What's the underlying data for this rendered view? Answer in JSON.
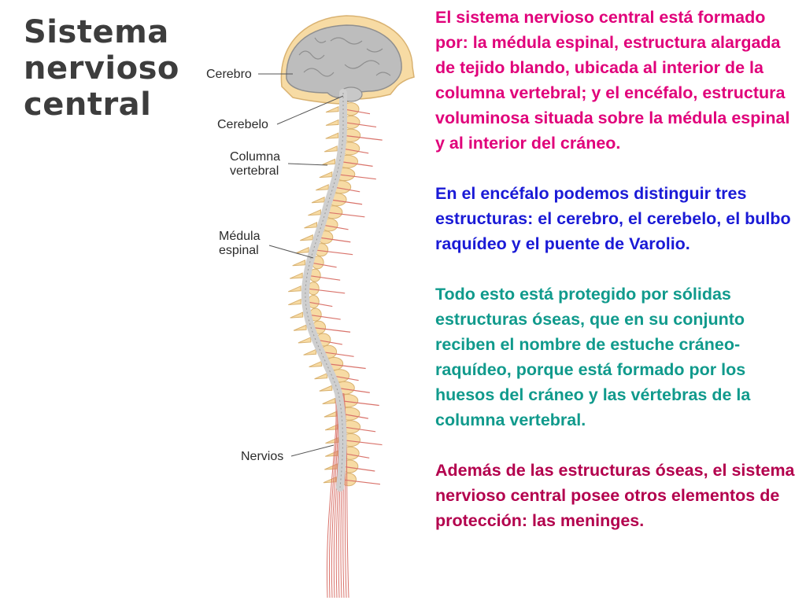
{
  "title": {
    "line1": "Sistema",
    "line2": "nervioso",
    "line3": "central"
  },
  "labels": {
    "cerebro": "Cerebro",
    "cerebelo": "Cerebelo",
    "columna_1": "Columna",
    "columna_2": "vertebral",
    "medula_1": "Médula",
    "medula_2": "espinal",
    "nervios": "Nervios"
  },
  "paragraphs": [
    {
      "text": "El sistema nervioso central está formado por: la médula espinal, estructura alargada de tejido blando, ubicada al interior de la columna vertebral; y el encéfalo, estructura voluminosa situada sobre la médula espinal y al interior del cráneo.",
      "color": "#e0007a"
    },
    {
      "text": " En el encéfalo podemos distinguir tres estructuras: el cerebro, el cerebelo, el bulbo raquídeo y el puente de Varolio.",
      "color": "#1a1ad6"
    },
    {
      "text": "Todo esto está protegido por sólidas estructuras óseas, que en su conjunto reciben el nombre de estuche cráneo-raquídeo, porque está formado por los huesos del cráneo y las vértebras de la columna vertebral.",
      "color": "#109a8c"
    },
    {
      "text": "Además de las estructuras óseas, el sistema nervioso central posee otros elementos de protección: las meninges.",
      "color": "#b3004d"
    }
  ],
  "colors": {
    "bone": "#f7dba4",
    "bone_edge": "#d9b271",
    "brain": "#bdbdbd",
    "cord": "#cfcfcf",
    "nerve": "#d9736b"
  }
}
